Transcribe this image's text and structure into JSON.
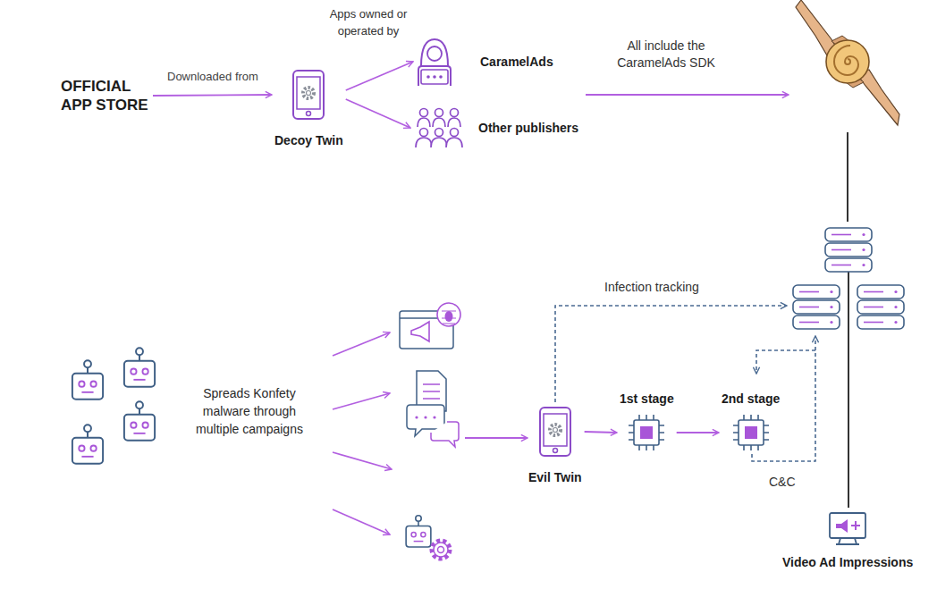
{
  "diagram": {
    "nodes": [
      {
        "text": [
          "OFFICIAL APP STORE"
        ]
      },
      {
        "text": [
          "Decoy Twin"
        ]
      },
      {
        "text": [
          "CaramelAds"
        ]
      },
      {
        "text": [
          "Other publishers"
        ]
      },
      {
        "text": [
          "Spreads Konfety malware through multiple campaigns"
        ]
      },
      {
        "text": [
          "Evil Twin"
        ]
      },
      {
        "text": [
          "1st stage"
        ]
      },
      {
        "text": [
          "2nd stage"
        ]
      },
      {
        "text": [
          "Video Ad Impressions"
        ]
      }
    ],
    "edges": [
      {
        "from": 0,
        "to": 1,
        "arrow": "to",
        "label": "Downloaded from"
      },
      {
        "from": 1,
        "to": 2,
        "arrow": "to"
      },
      {
        "from": 1,
        "to": 3,
        "arrow": "to"
      },
      {
        "from": 5,
        "to": 6,
        "arrow": "to"
      },
      {
        "from": 6,
        "to": 7,
        "arrow": "to"
      }
    ],
    "labels": [
      "Apps owned or operated by",
      "All include the CaramelAds SDK",
      "Infection tracking",
      "C&C"
    ]
  }
}
